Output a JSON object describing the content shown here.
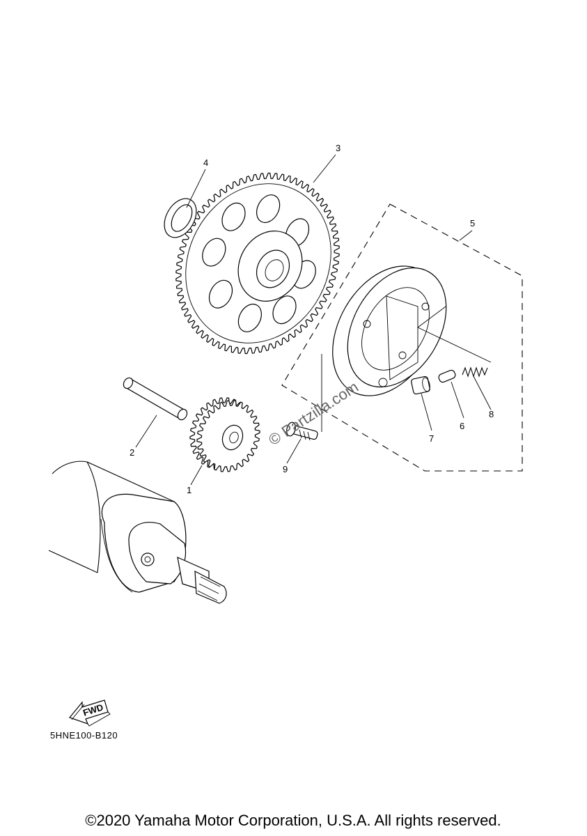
{
  "callouts": {
    "n1": "1",
    "n2": "2",
    "n3": "3",
    "n4": "4",
    "n5": "5",
    "n6": "6",
    "n7": "7",
    "n8": "8",
    "n9": "9"
  },
  "fwd_label": "FWD",
  "diagram_code": "5HNE100-B120",
  "watermark": "© Partzilla.com",
  "copyright": "©2020 Yamaha Motor Corporation, U.S.A. All rights reserved."
}
